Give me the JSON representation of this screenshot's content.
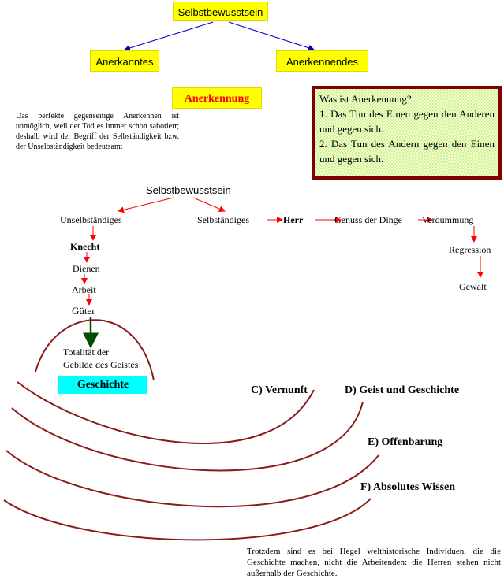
{
  "top": {
    "root": "Selbstbewusstsein",
    "left": "Anerkanntes",
    "right": "Anerkennendes"
  },
  "anerkennung": {
    "title": "Anerkennung",
    "text": "Das perfekte gegenseitige Anerkennen ist unmöglich, weil der Tod es immer schon sabotiert; deshalb wird der Begriff der Selbständigkeit bzw. der Unselbständigkeit bedeutsam:"
  },
  "question_box": {
    "question": "Was ist Anerkennung?",
    "answer1": "1. Das Tun des Einen gegen den Anderen und gegen sich.",
    "answer2": "2. Das Tun des Andern gegen den Einen und gegen sich."
  },
  "tree": {
    "root": "Selbstbewusstsein",
    "unselbst": "Unselbständiges",
    "selbst": "Selbständiges",
    "herr": "Herr",
    "genuss": "Genuss der Dinge",
    "verdummung": "Verdummung",
    "regression": "Regression",
    "gewalt": "Gewalt",
    "knecht": "Knecht",
    "dienen": "Dienen",
    "arbeit": "Arbeit",
    "gueter": "Güter",
    "totalitaet_line1": "Totalität der",
    "totalitaet_line2": "Gebilde des Geistes"
  },
  "geschichte": "Geschichte",
  "stages": {
    "c": "C) Vernunft",
    "d": "D) Geist und Geschichte",
    "e": "E) Offenbarung",
    "f": "F) Absolutes Wissen"
  },
  "footer": "Trotzdem sind es bei Hegel welthistorische Individuen, die die Geschichte machen, nicht die Arbeitenden: die Herren stehen nicht außerhalb der Geschichte.",
  "colors": {
    "yellow": "#ffff00",
    "cyan": "#00ffff",
    "arrow_blue": "#0000cc",
    "arrow_red": "#ff0000",
    "arrow_green": "#004d00",
    "arc_maroon": "#8b1a1a",
    "title_red": "#ff0000"
  }
}
